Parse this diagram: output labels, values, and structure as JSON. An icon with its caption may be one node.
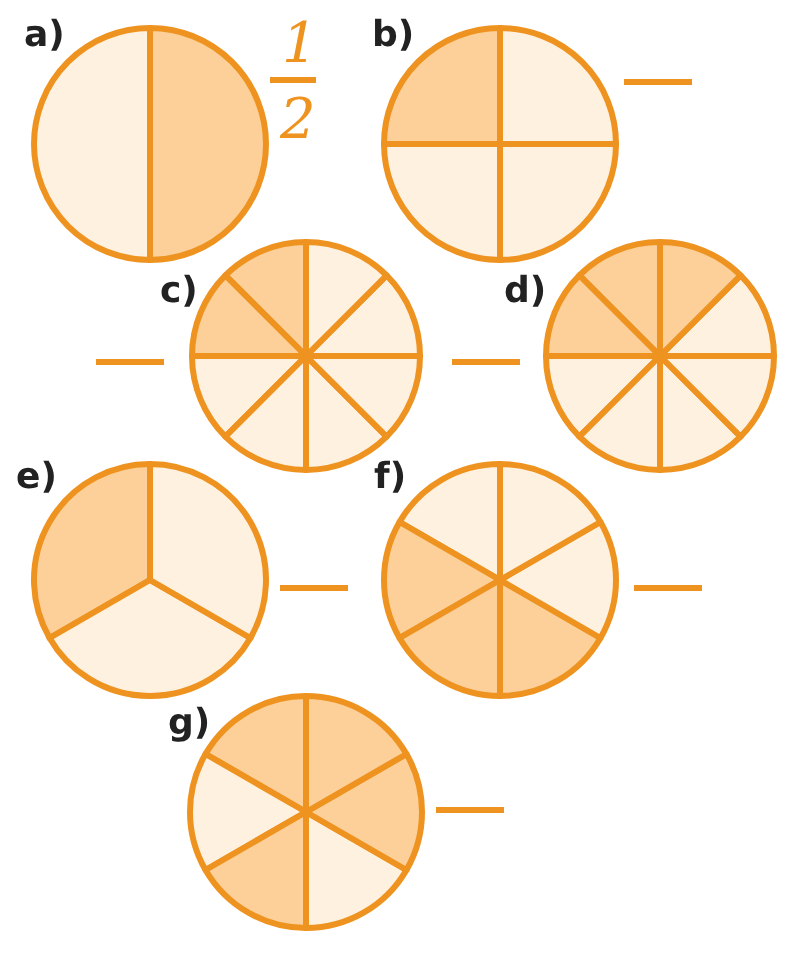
{
  "diagram": {
    "labels": [
      "a)",
      "1",
      "2",
      "b)",
      "c)",
      "d)",
      "e)",
      "f)",
      "g)"
    ]
  }
}
